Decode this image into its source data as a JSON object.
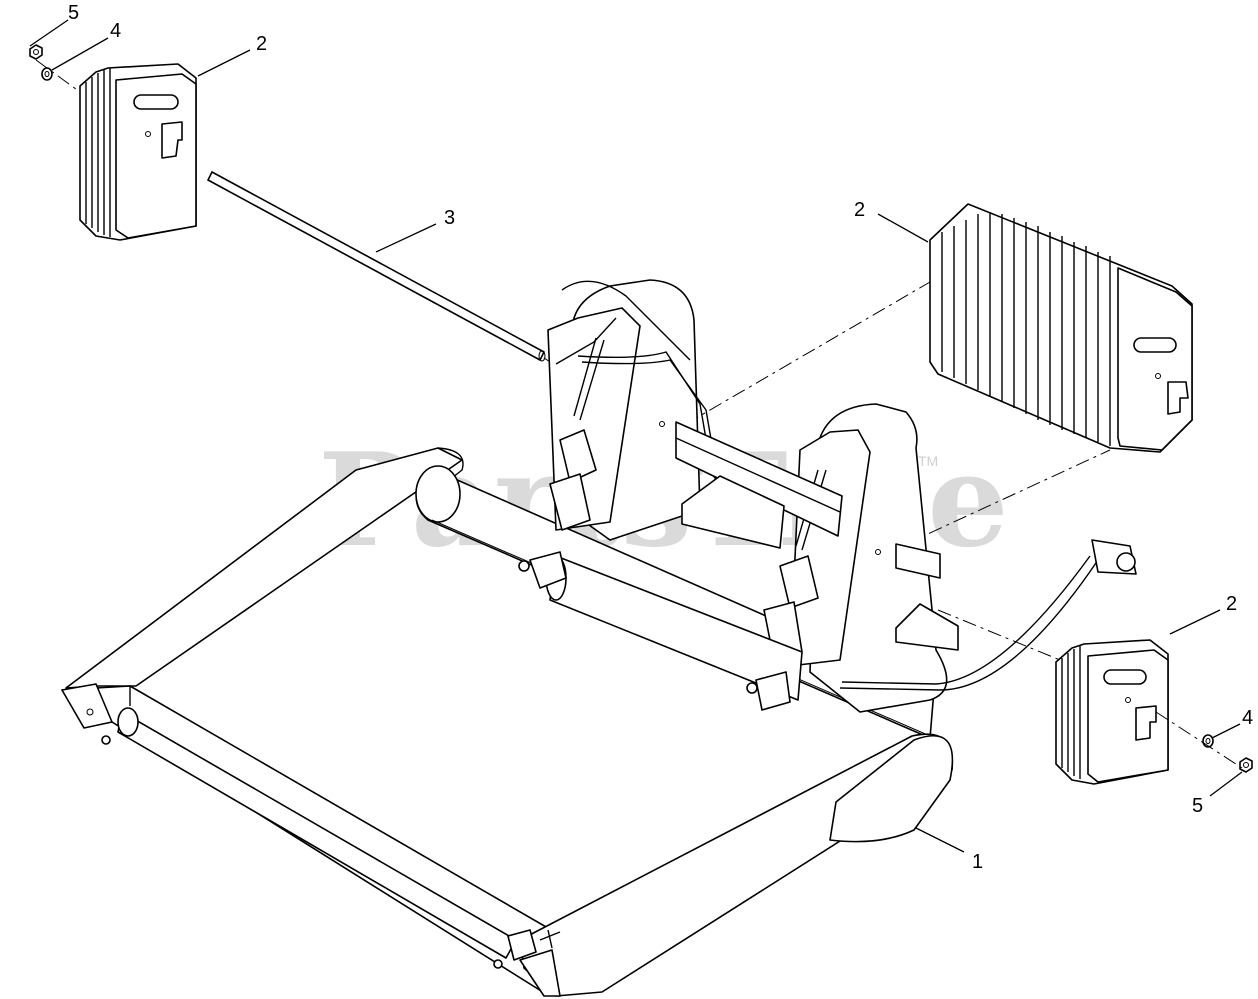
{
  "diagram": {
    "watermark": "PartsTree",
    "watermark_mark": "TM",
    "callouts": [
      {
        "id": "c5-top",
        "text": "5"
      },
      {
        "id": "c4-top",
        "text": "4"
      },
      {
        "id": "c2-top",
        "text": "2"
      },
      {
        "id": "c3",
        "text": "3"
      },
      {
        "id": "c2-right",
        "text": "2"
      },
      {
        "id": "c2-bottom",
        "text": "2"
      },
      {
        "id": "c4-bottom",
        "text": "4"
      },
      {
        "id": "c5-bottom",
        "text": "5"
      },
      {
        "id": "c1",
        "text": "1"
      }
    ]
  }
}
